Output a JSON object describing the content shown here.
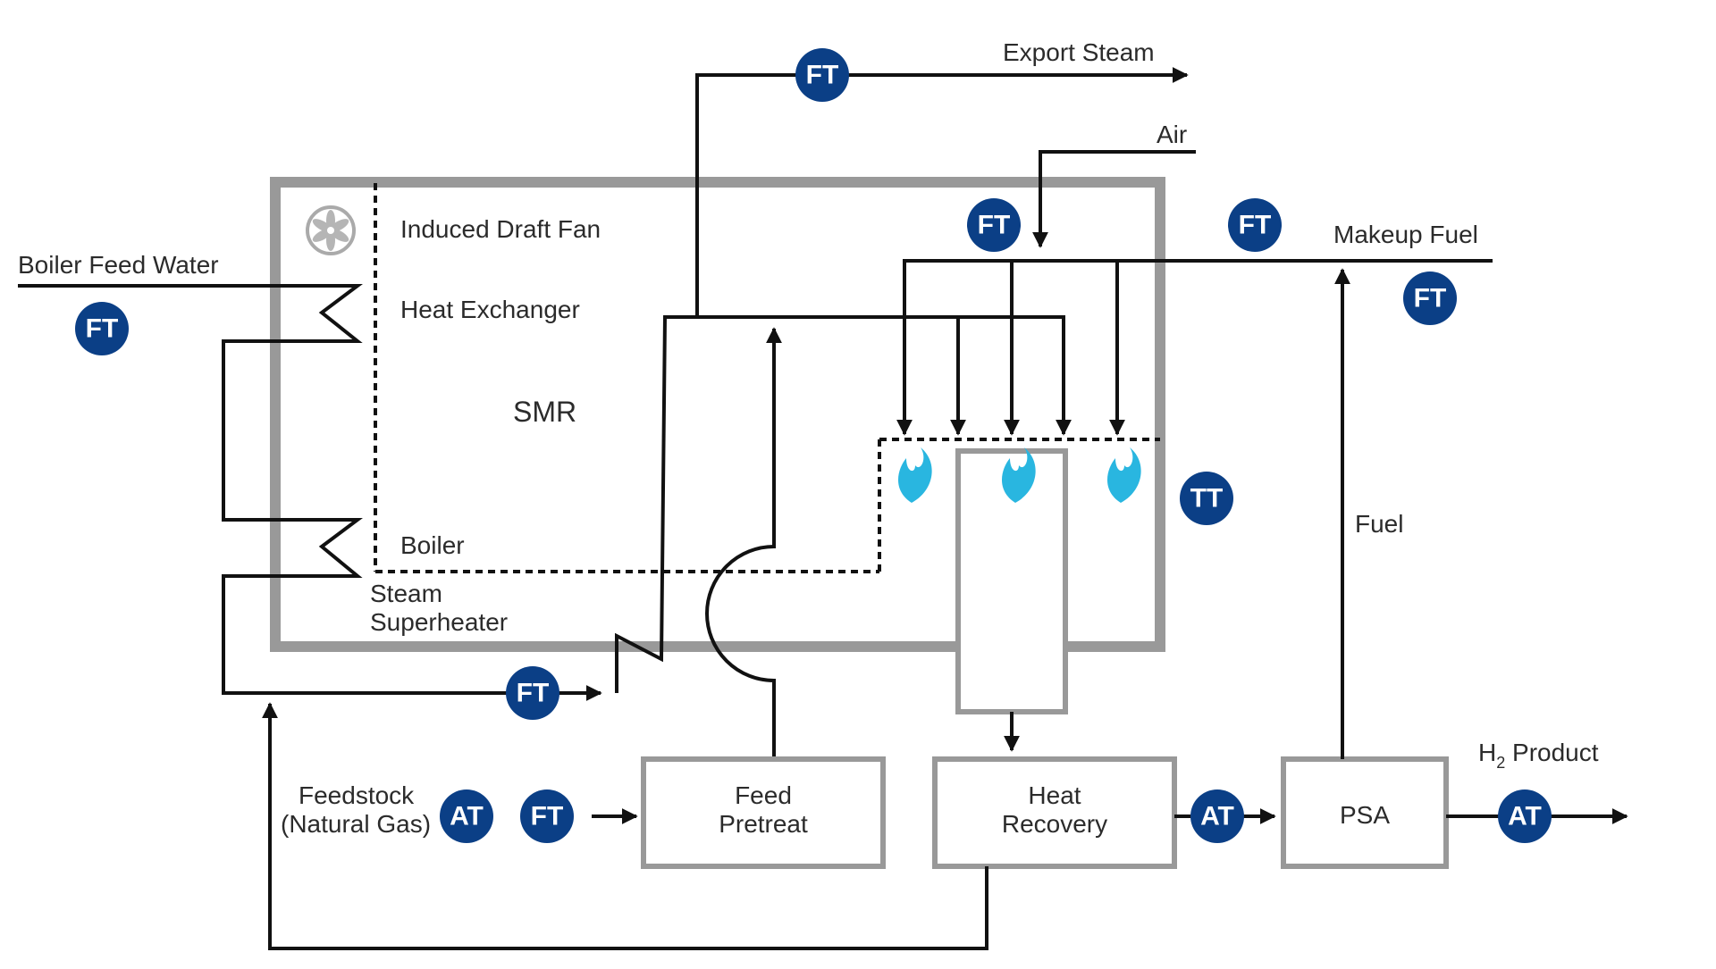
{
  "labels": {
    "export_steam": "Export Steam",
    "air": "Air",
    "makeup_fuel": "Makeup Fuel",
    "boiler_feed_water": "Boiler Feed Water",
    "induced_draft_fan": "Induced Draft Fan",
    "heat_exchanger": "Heat Exchanger",
    "smr": "SMR",
    "boiler": "Boiler",
    "steam_superheater_1": "Steam",
    "steam_superheater_2": "Superheater",
    "fuel": "Fuel",
    "h2_product_h": "H",
    "h2_product_sub": "2",
    "h2_product_rest": " Product",
    "feedstock_1": "Feedstock",
    "feedstock_2": "(Natural Gas)"
  },
  "boxes": {
    "feed_pretreat_1": "Feed",
    "feed_pretreat_2": "Pretreat",
    "heat_recovery_1": "Heat",
    "heat_recovery_2": "Recovery",
    "psa": "PSA"
  },
  "badges": {
    "ft": "FT",
    "at": "AT",
    "tt": "TT"
  },
  "colors": {
    "badge_fill": "#0b3f86",
    "flame": "#29b6e0",
    "furnace_border": "#999999",
    "line": "#111111"
  }
}
